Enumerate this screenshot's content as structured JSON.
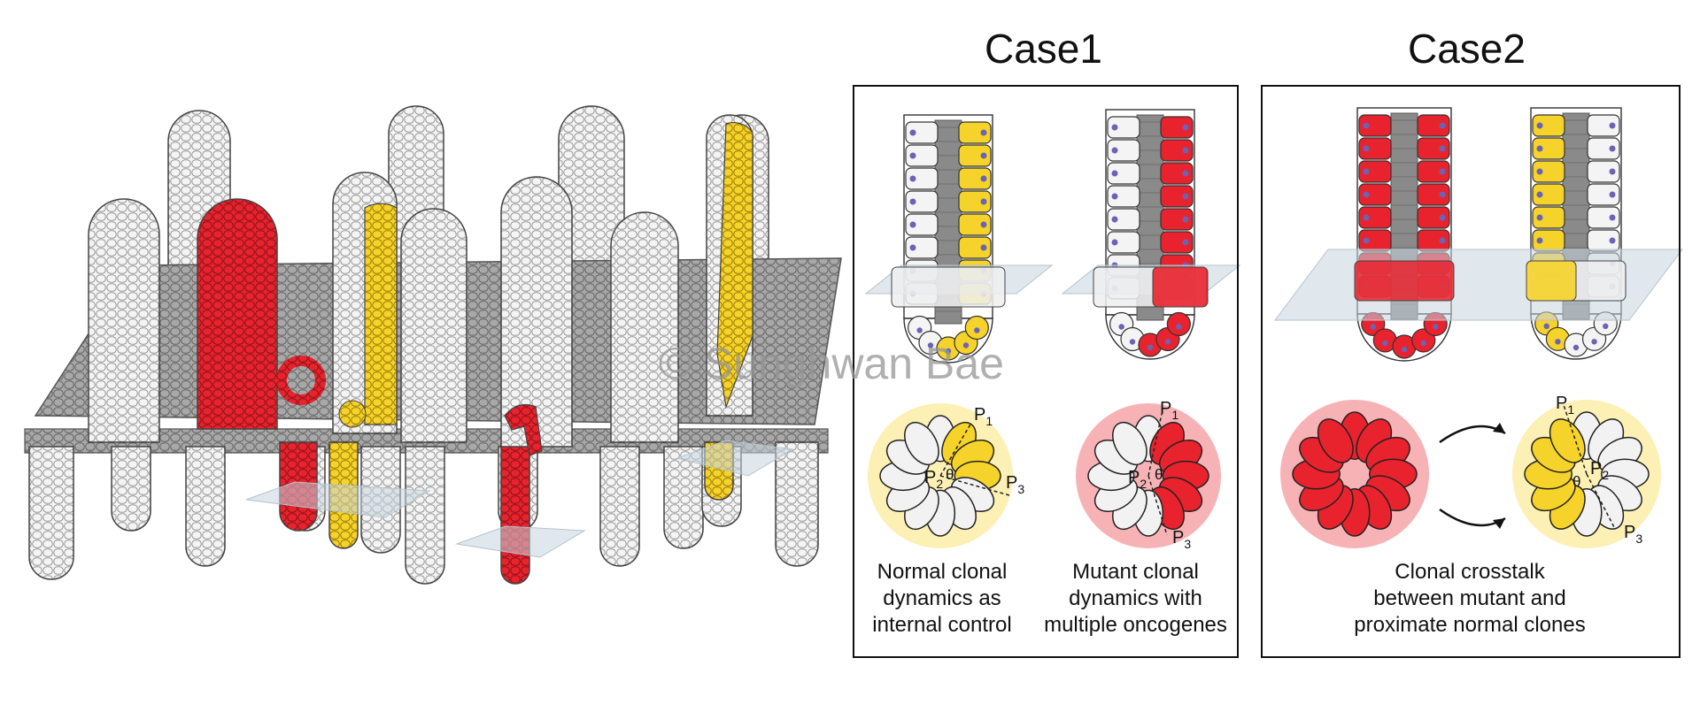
{
  "titles": {
    "case1": "Case1",
    "case2": "Case2"
  },
  "captions": {
    "case1_left": [
      "Normal clonal",
      "dynamics as",
      "internal control"
    ],
    "case1_right": [
      "Mutant clonal",
      "dynamics with",
      "multiple oncogenes"
    ],
    "case2": [
      "Clonal crosstalk",
      "between mutant and",
      "proximate normal clones"
    ]
  },
  "labels": {
    "p1": "P",
    "p2": "P",
    "p3": "P",
    "sub1": "1",
    "sub2": "2",
    "sub3": "3",
    "theta": "θ"
  },
  "watermark": "© Sunghwan Bae",
  "colors": {
    "mutant_red": "#e8232e",
    "normal_yellow": "#f6d32a",
    "normal_white": "#f2f2f2",
    "lumen_gray": "#8a8a8a",
    "nucleus": "#6b63b5",
    "plane": "#c9d6de"
  }
}
